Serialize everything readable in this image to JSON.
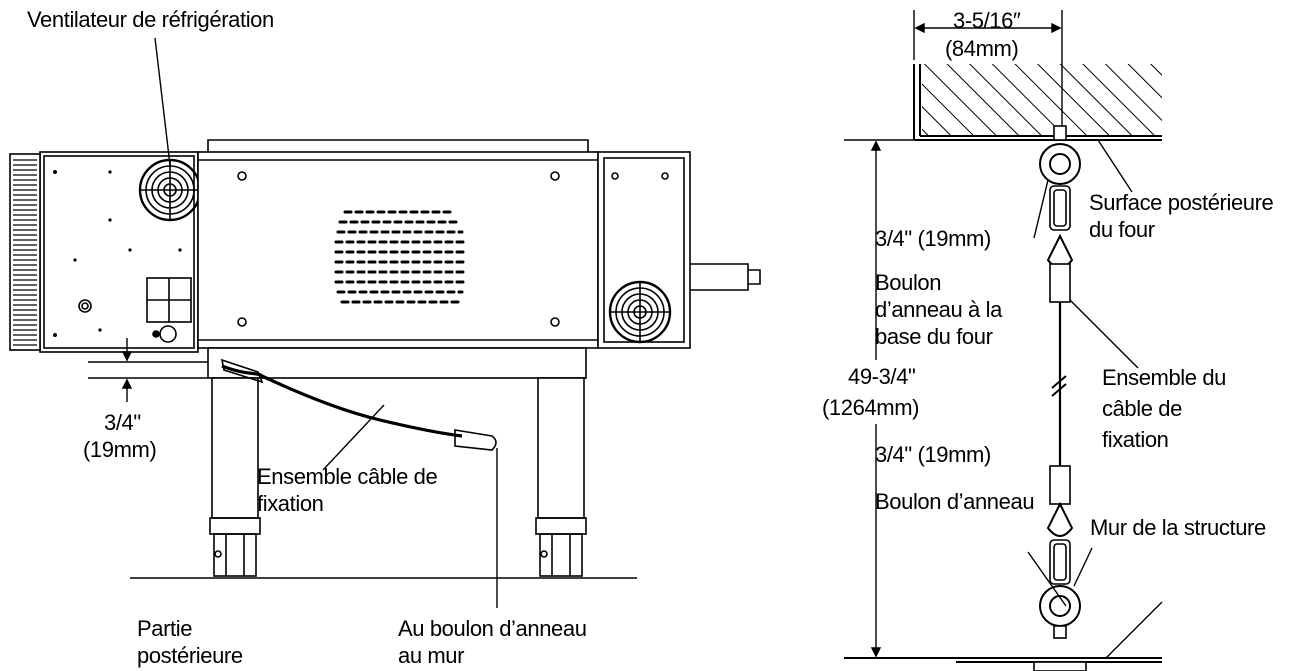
{
  "colors": {
    "ink": "#000000",
    "background": "#ffffff",
    "hatch": "#000000"
  },
  "left_view": {
    "labels": {
      "cooling_fan": "Ventilateur de réfrigération",
      "clearance_in": "3/4\"",
      "clearance_mm": "(19mm)",
      "cable_assembly_line1": "Ensemble câble de",
      "cable_assembly_line2": "fixation",
      "rear_line1": "Partie",
      "rear_line2": "postérieure",
      "wall_bolt_line1": "Au boulon d’anneau",
      "wall_bolt_line2": "au mur"
    }
  },
  "right_view": {
    "labels": {
      "offset_in": "3-5/16″",
      "offset_mm": "(84mm)",
      "rear_surface_line1": "Surface postérieure",
      "rear_surface_line2": "du four",
      "top_bolt_dim": "3/4\" (19mm)",
      "base_bolt_line1": "Boulon",
      "base_bolt_line2": "d’anneau à la",
      "base_bolt_line3": "base du four",
      "height_in": "49-3/4\"",
      "height_mm": "(1264mm)",
      "cable_set_line1": "Ensemble du",
      "cable_set_line2": "câble de",
      "cable_set_line3": "fixation",
      "bottom_bolt_dim": "3/4\" (19mm)",
      "eye_bolt": "Boulon d’anneau",
      "structure_wall": "Mur de la structure"
    }
  }
}
